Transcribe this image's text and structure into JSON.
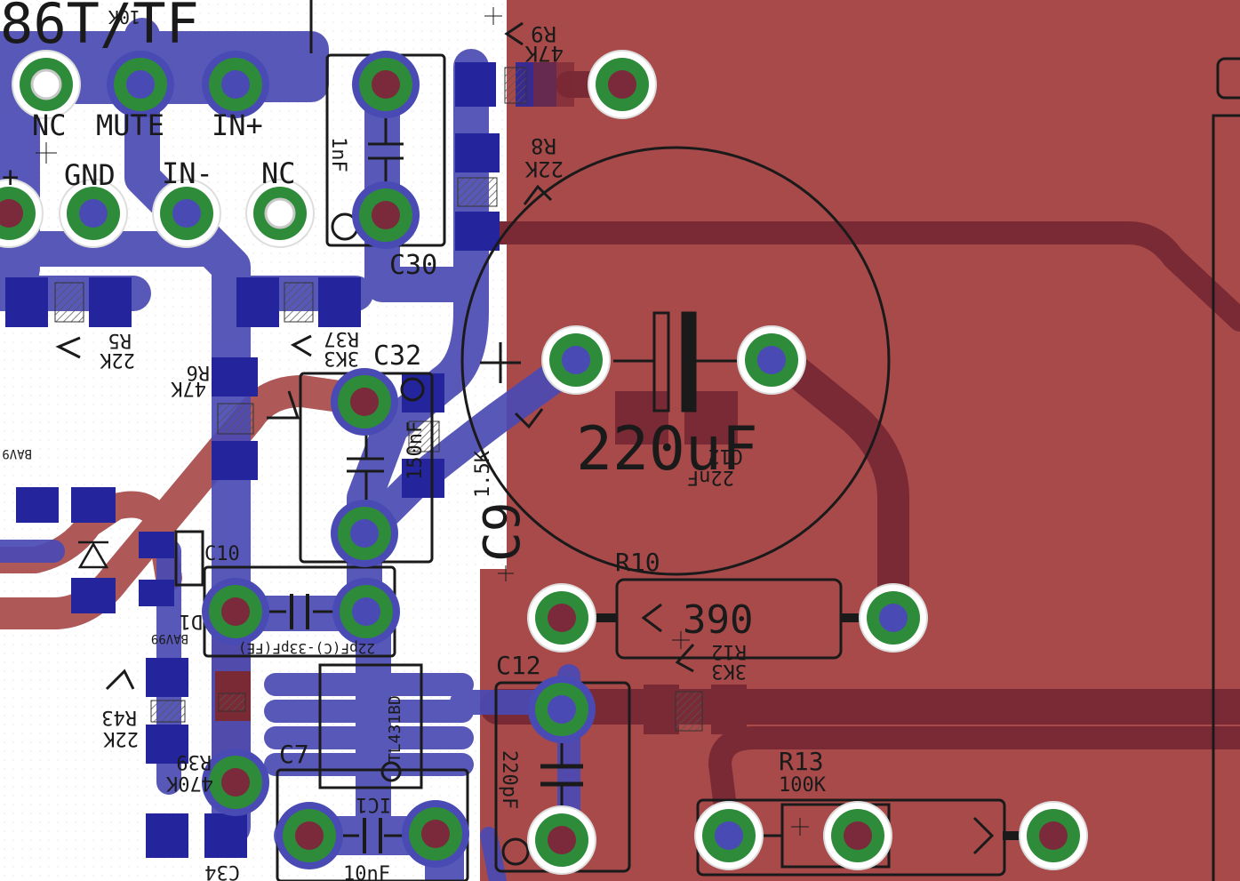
{
  "colors": {
    "background": "#ffffff",
    "top_copper": "#4a4ab4",
    "bottom_copper": "#a84a4a",
    "bottom_trace": "#7a2a35",
    "pad_ring": "#2e8b3a",
    "via_hole": "#7a2a3a",
    "silkscreen": "#1a1a1a"
  },
  "labels": {
    "ic_part": "86T/TF",
    "ic_top_left": "10K",
    "pin_nc1": "NC",
    "pin_mute": "MUTE",
    "pin_in_plus": "IN+",
    "pin_plus": "+",
    "pin_gnd": "GND",
    "pin_in_minus": "IN-",
    "pin_nc2": "NC",
    "r9_name": "R9",
    "r9_value": "47K",
    "r8_name": "R8",
    "r8_value": "22K",
    "c30_value": "1nF",
    "c30_name": "C30",
    "r5_name": "R5",
    "r5_value": "22K",
    "r6_name": "R6",
    "r6_value": "47K",
    "r37_name": "R37",
    "r37_value": "3K3",
    "c32_name": "C32",
    "c32_value": "150nF",
    "bav_top": "BAV9",
    "r_1k5": "1.5K",
    "c9_name": "C9",
    "cap_big_value": "220uF",
    "cap_small_value": "22nF",
    "cap_small_name": "C12",
    "r10_name": "R10",
    "r10_value": "390",
    "r12_name": "R12",
    "r12_value": "3K3",
    "c10_name": "C10",
    "d1_name": "D1",
    "bav99": "BAV99",
    "c10_value": "22pF(C)-33pF(FE)",
    "r43_name": "R43",
    "r43_value": "22K",
    "r39_name": "R39",
    "r39_value": "470K",
    "c7_name": "C7",
    "ic_mid": "TL431BD",
    "ic1_name": "IC1",
    "c7_value": "10nF",
    "c34_name": "C34",
    "c12_name": "C12",
    "c12_value": "220pF",
    "r13_name": "R13",
    "r13_value": "100K"
  }
}
